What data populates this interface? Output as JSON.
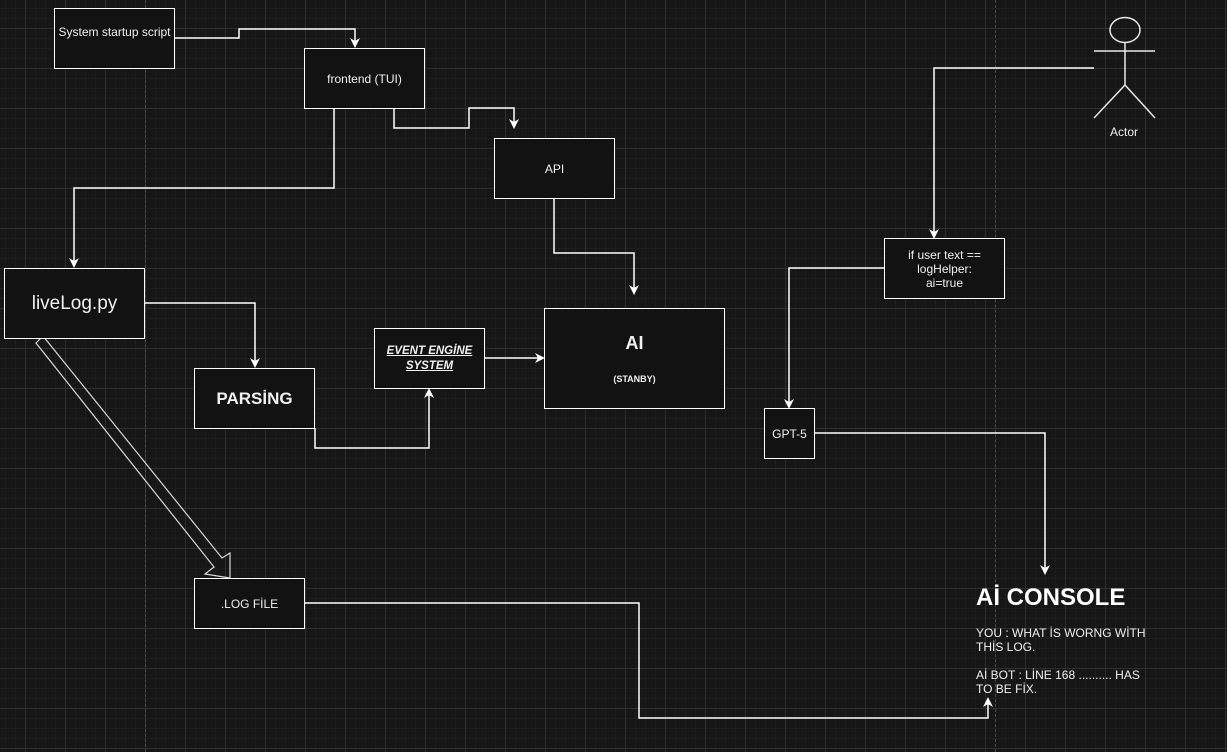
{
  "diagram": {
    "nodes": {
      "startup": {
        "label": "System startup script"
      },
      "frontend": {
        "label": "frontend (TUI)"
      },
      "api": {
        "label": "API"
      },
      "livelog": {
        "label": "liveLog.py"
      },
      "parsing": {
        "label": "PARSİNG"
      },
      "event_engine": {
        "label": "EVENT ENGİNE SYSTEM"
      },
      "ai": {
        "label": "AI",
        "status": "(STANBY)"
      },
      "condition": {
        "lines": [
          "if user text ==",
          "logHelper:",
          "ai=true"
        ]
      },
      "gpt": {
        "label": "GPT-5"
      },
      "logfile": {
        "label": ".LOG FİLE"
      }
    },
    "actor": {
      "label": "Actor"
    },
    "console": {
      "title": "Aİ CONSOLE",
      "user_message": "YOU : WHAT İS WORNG WİTH THİS LOG.",
      "bot_message": "Aİ BOT : LİNE 168 .......... HAS TO BE FİX."
    },
    "edges": [
      {
        "from": "startup",
        "to": "frontend"
      },
      {
        "from": "frontend",
        "to": "api"
      },
      {
        "from": "frontend",
        "to": "livelog"
      },
      {
        "from": "api",
        "to": "ai"
      },
      {
        "from": "livelog",
        "to": "parsing"
      },
      {
        "from": "livelog",
        "to": "logfile",
        "style": "hollow-arrow"
      },
      {
        "from": "parsing",
        "to": "event_engine"
      },
      {
        "from": "event_engine",
        "to": "ai"
      },
      {
        "from": "actor",
        "to": "condition"
      },
      {
        "from": "condition",
        "to": "gpt"
      },
      {
        "from": "gpt",
        "to": "console"
      },
      {
        "from": "logfile",
        "to": "console"
      }
    ],
    "colors": {
      "background": "#161616",
      "stroke": "#ffffff",
      "node_fill": "#121212",
      "grid": "#2f2f2f"
    }
  }
}
